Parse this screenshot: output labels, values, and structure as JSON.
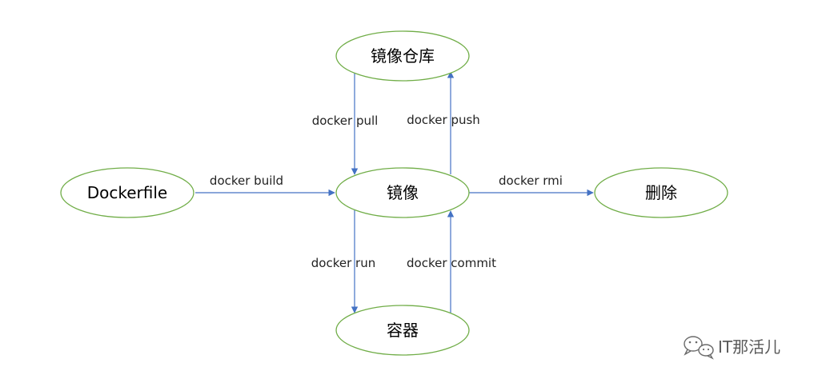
{
  "nodes": {
    "registry": "镜像仓库",
    "image": "镜像",
    "dockerfile": "Dockerfile",
    "delete": "删除",
    "container": "容器"
  },
  "edges": {
    "pull": "docker pull",
    "push": "docker push",
    "build": "docker build",
    "rmi": "docker rmi",
    "run": "docker run",
    "commit": "docker commit"
  },
  "watermark": {
    "text": "IT那活儿",
    "icon": "wechat-icon"
  },
  "colors": {
    "node_stroke": "#70ad47",
    "edge": "#4472c4",
    "watermark": "#5a5a5a"
  }
}
